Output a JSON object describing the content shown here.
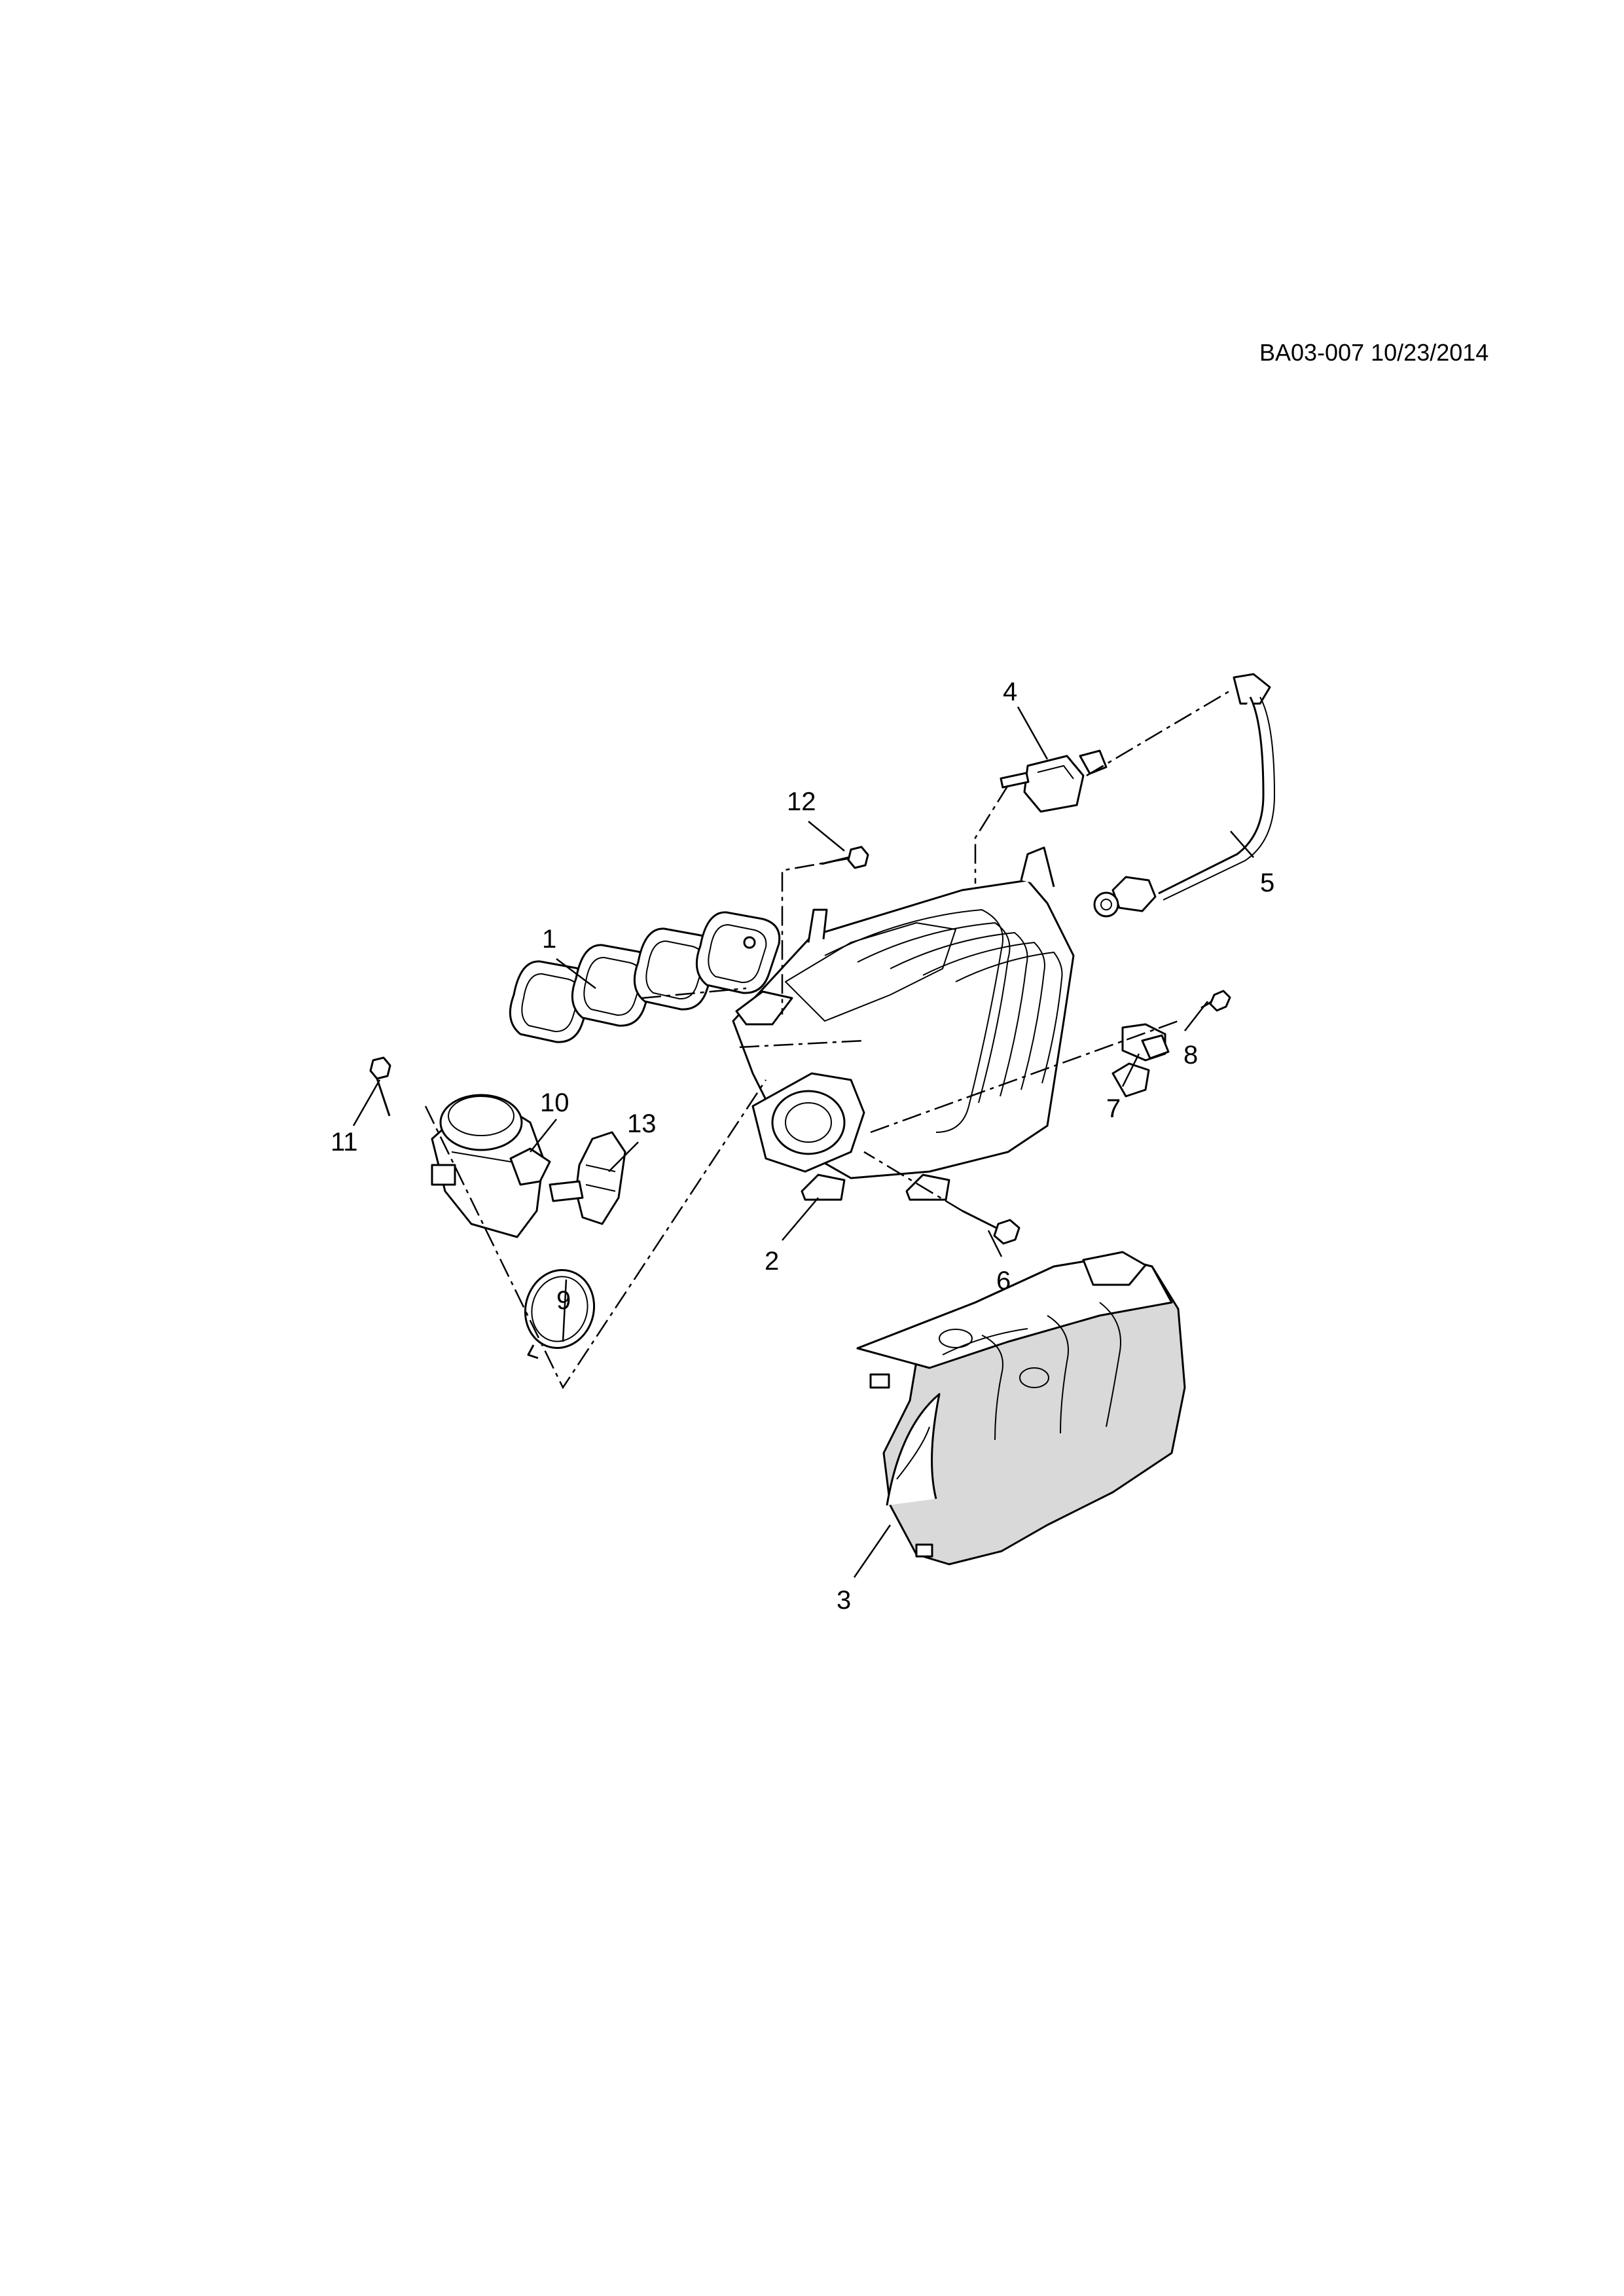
{
  "doc_id": "BA03-007 10/23/2014",
  "callouts": {
    "c1": "1",
    "c2": "2",
    "c3": "3",
    "c4": "4",
    "c5": "5",
    "c6": "6",
    "c7": "7",
    "c8": "8",
    "c9": "9",
    "c10": "10",
    "c11": "11",
    "c12": "12",
    "c13": "13"
  }
}
